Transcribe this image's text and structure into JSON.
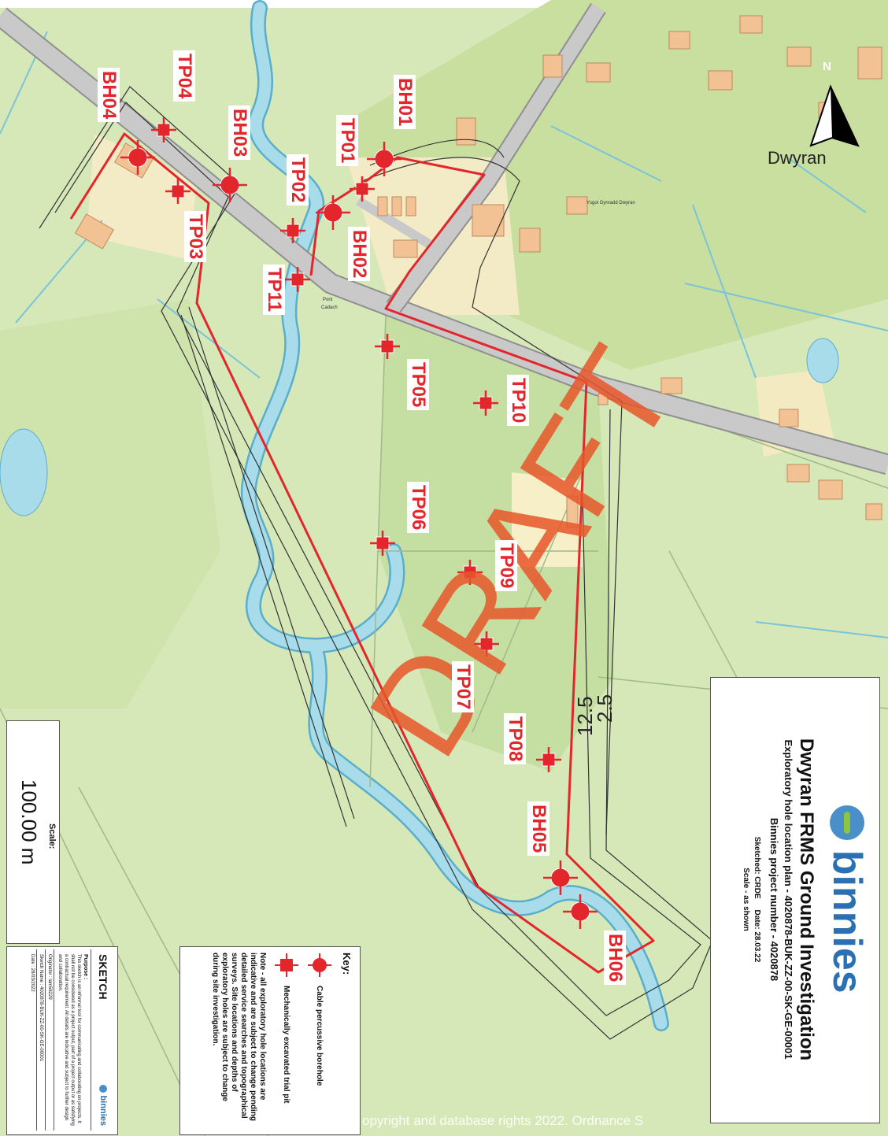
{
  "title_block": {
    "title": "Dwyran FRMS Ground Investigation",
    "subtitle": "Exploratory hole location plan - 4020878-BUK-ZZ-00-SK-GE-00001",
    "project": "Binnies project number - 4020878",
    "sketched": "Sketched: CRDE",
    "date": "Date: 28.03.22",
    "scale": "Scale - as shown",
    "logo_text": "binnies"
  },
  "map_labels": {
    "village": "Dwyran",
    "north": "N",
    "contour_a": "12.5",
    "contour_b": "2.5",
    "watermark": "DRAFT",
    "copyright": "opyright and database rights 2022. Ordnance S",
    "place_pont": "Pont",
    "place_cadach": "Cadach",
    "place_ysgol": "Ysgol Gynradd Dwyran"
  },
  "holes": [
    {
      "id": "BH01",
      "type": "borehole"
    },
    {
      "id": "BH02",
      "type": "borehole"
    },
    {
      "id": "BH03",
      "type": "borehole"
    },
    {
      "id": "BH04",
      "type": "borehole"
    },
    {
      "id": "BH05",
      "type": "borehole"
    },
    {
      "id": "BH06",
      "type": "borehole"
    },
    {
      "id": "TP01",
      "type": "trial-pit"
    },
    {
      "id": "TP02",
      "type": "trial-pit"
    },
    {
      "id": "TP03",
      "type": "trial-pit"
    },
    {
      "id": "TP04",
      "type": "trial-pit"
    },
    {
      "id": "TP05",
      "type": "trial-pit"
    },
    {
      "id": "TP06",
      "type": "trial-pit"
    },
    {
      "id": "TP07",
      "type": "trial-pit"
    },
    {
      "id": "TP08",
      "type": "trial-pit"
    },
    {
      "id": "TP09",
      "type": "trial-pit"
    },
    {
      "id": "TP10",
      "type": "trial-pit"
    },
    {
      "id": "TP11",
      "type": "trial-pit"
    }
  ],
  "key": {
    "heading": "Key:",
    "borehole": "Cable percussive borehole",
    "trial_pit": "Mechanically excavated trial pit",
    "note": "Note - all exploratory hole locations are indicative and are subject to change pending detailed service searches and topographical surveys. Site locations and depths of exploratory holes are subject to change during site investigation."
  },
  "sketch_box": {
    "heading": "SKETCH",
    "logo_text": "binnies",
    "purpose_label": "Purpose :",
    "purpose": "This sketch is an informal tool for communicating and collaborating on projects. It shall not be considered as a project output, part of a project output or as satisfying a contractual requirement. All details are indicative and subject to further design and collaboration.",
    "originator": "Originator : lam58229",
    "sketch_name": "Sketch Name : 4020878-BUK-ZZ-00-SK-GE-00001",
    "date": "Date : 28/03/2022"
  },
  "scale_box": {
    "label": "Scale:",
    "value": "100.00 m"
  },
  "colors": {
    "field": "#d6e8b8",
    "field_dark": "#c5dea2",
    "river": "#a9dcea",
    "river_edge": "#5aaecb",
    "road": "#c4c4c4",
    "building": "#f2c294",
    "residential": "#f4eac2",
    "boundary": "#e3262b",
    "marker": "#e3262b"
  }
}
